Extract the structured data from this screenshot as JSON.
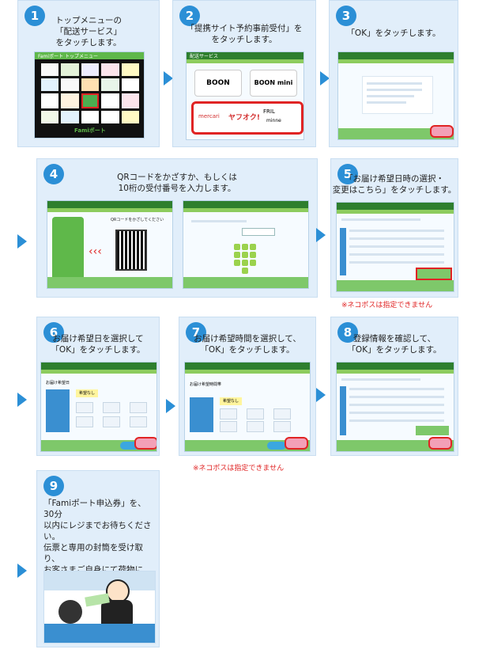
{
  "steps": [
    {
      "number": "1",
      "text": "トップメニューの\n「配送サービス」\nをタッチします。"
    },
    {
      "number": "2",
      "text": "「提携サイト予約事前受付」を\nをタッチします。"
    },
    {
      "number": "3",
      "text": "「OK」をタッチします。"
    },
    {
      "number": "4",
      "text": "QRコードをかざすか、もしくは\n10桁の受付番号を入力します。"
    },
    {
      "number": "5",
      "text": "「お届け希望日時の選択・\n変更はこちら」をタッチします。"
    },
    {
      "number": "6",
      "text": "お届け希望日を選択して\n「OK」をタッチします。"
    },
    {
      "number": "7",
      "text": "お届け希望時間を選択して、\n「OK」をタッチします。"
    },
    {
      "number": "8",
      "text": "登録情報を確認して、\n「OK」をタッチします。"
    },
    {
      "number": "9",
      "text": "「Famiポート申込券」を、30分\n以内にレジまでお待ちください。\n伝票と専用の封筒を受け取り、\nお客さまご自身にて荷物に\nお貼りいただき、荷物をストア\nスタッフに渡してください。"
    }
  ],
  "notes": {
    "step5": "※ネコポスは指定できません",
    "step7": "※ネコポスは指定できません"
  },
  "screens": {
    "step1": {
      "header": "Famiポート トップメニュー",
      "footer": "Famiポート"
    },
    "step2": {
      "header": "配送サービス",
      "brand1": "BOON",
      "brand2": "BOON mini",
      "partners": [
        "mercari",
        "ヤフオク!",
        "FRIL",
        "minne"
      ]
    },
    "step4": {
      "qr_label": "QRコードをかざしてください",
      "chevrons": "‹‹‹"
    },
    "step6": {
      "label": "お届け希望日",
      "selected": "希望なし"
    },
    "step7": {
      "label": "お届け希望時間帯",
      "selected": "希望なし"
    }
  },
  "colors": {
    "accent": "#2b8fd6",
    "highlight": "#e02424",
    "card": "#e1eefa"
  }
}
